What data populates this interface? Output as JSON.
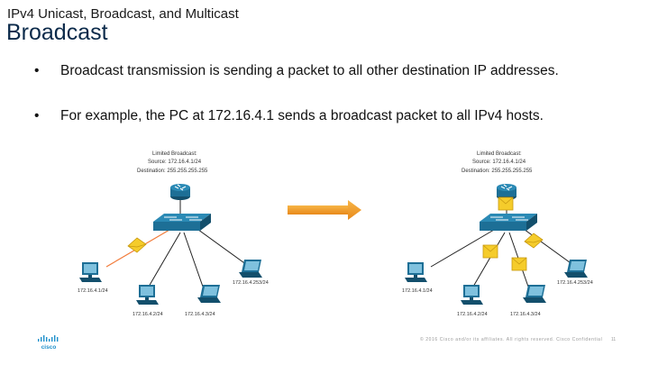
{
  "slide": {
    "subtitle": "IPv4 Unicast, Broadcast, and Multicast",
    "title": "Broadcast",
    "bullets": [
      "Broadcast transmission is sending a packet to all other destination IP addresses.",
      "For example, the PC at 172.16.4.1 sends a broadcast packet to all IPv4 hosts."
    ],
    "bullet_symbol": "•",
    "footer": "© 2016 Cisco and/or its affiliates. All rights reserved. Cisco Confidential",
    "page_number": "11",
    "logo_text": "cisco"
  },
  "diagrams": [
    {
      "info_lines": [
        "Limited Broadcast:",
        "Source: 172.16.4.1/24",
        "Destination: 255.255.255.255"
      ],
      "hosts": [
        "172.16.4.1/24",
        "172.16.4.2/24",
        "172.16.4.3/24",
        "172.16.4.253/24"
      ]
    },
    {
      "info_lines": [
        "Limited Broadcast:",
        "Source: 172.16.4.1/24",
        "Destination: 255.255.255.255"
      ],
      "hosts": [
        "172.16.4.1/24",
        "172.16.4.2/24",
        "172.16.4.3/24",
        "172.16.4.253/24"
      ]
    }
  ],
  "colors": {
    "title": "#0b2a4a",
    "arrow": "#f29a1f",
    "packet_link": "#f27b3a",
    "envelope": "#f5cc2b",
    "device": "#1d6f96"
  },
  "icons": {
    "router": "router-icon",
    "switch": "switch-icon",
    "pc": "pc-icon",
    "laptop": "laptop-icon",
    "envelope": "envelope-icon",
    "arrow": "right-arrow-icon"
  }
}
